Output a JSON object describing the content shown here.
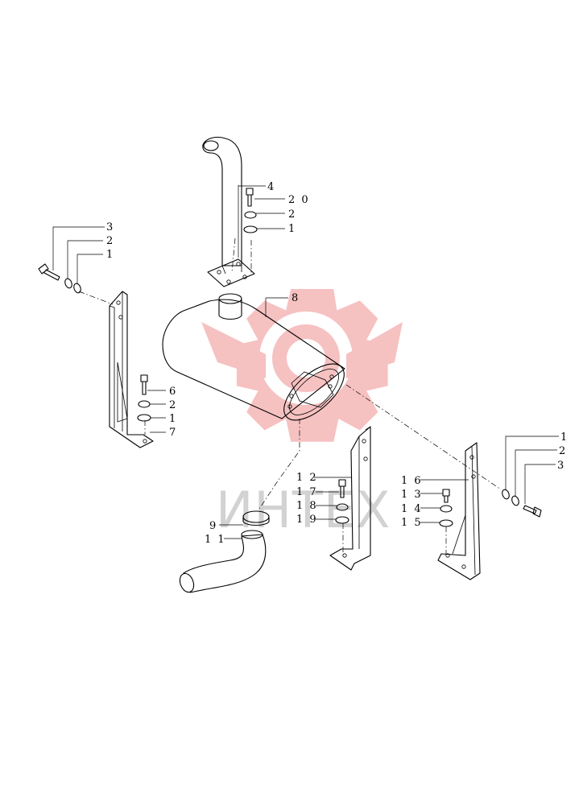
{
  "watermark": {
    "text": "ИНТЕХ",
    "gear_color": "#f08080",
    "text_color": "#d2d2d2"
  },
  "callouts": [
    {
      "id": "c4",
      "text": "4"
    },
    {
      "id": "c20",
      "text": "2 0"
    },
    {
      "id": "c2a",
      "text": "2"
    },
    {
      "id": "c1a",
      "text": "1"
    },
    {
      "id": "c8",
      "text": "8"
    },
    {
      "id": "c3l",
      "text": "3"
    },
    {
      "id": "c2l",
      "text": "2"
    },
    {
      "id": "c1l",
      "text": "1"
    },
    {
      "id": "c6",
      "text": "6"
    },
    {
      "id": "c2b",
      "text": "2"
    },
    {
      "id": "c1b",
      "text": "1"
    },
    {
      "id": "c7",
      "text": "7"
    },
    {
      "id": "c12",
      "text": "1 2"
    },
    {
      "id": "c17",
      "text": "1 7"
    },
    {
      "id": "c18",
      "text": "1 8"
    },
    {
      "id": "c19",
      "text": "1 9"
    },
    {
      "id": "c9",
      "text": "9"
    },
    {
      "id": "c11",
      "text": "1 1"
    },
    {
      "id": "c16",
      "text": "1 6"
    },
    {
      "id": "c13",
      "text": "1 3"
    },
    {
      "id": "c14",
      "text": "1 4"
    },
    {
      "id": "c15",
      "text": "1 5"
    },
    {
      "id": "c1r",
      "text": "1"
    },
    {
      "id": "c2r",
      "text": "2"
    },
    {
      "id": "c3r",
      "text": "3"
    }
  ]
}
